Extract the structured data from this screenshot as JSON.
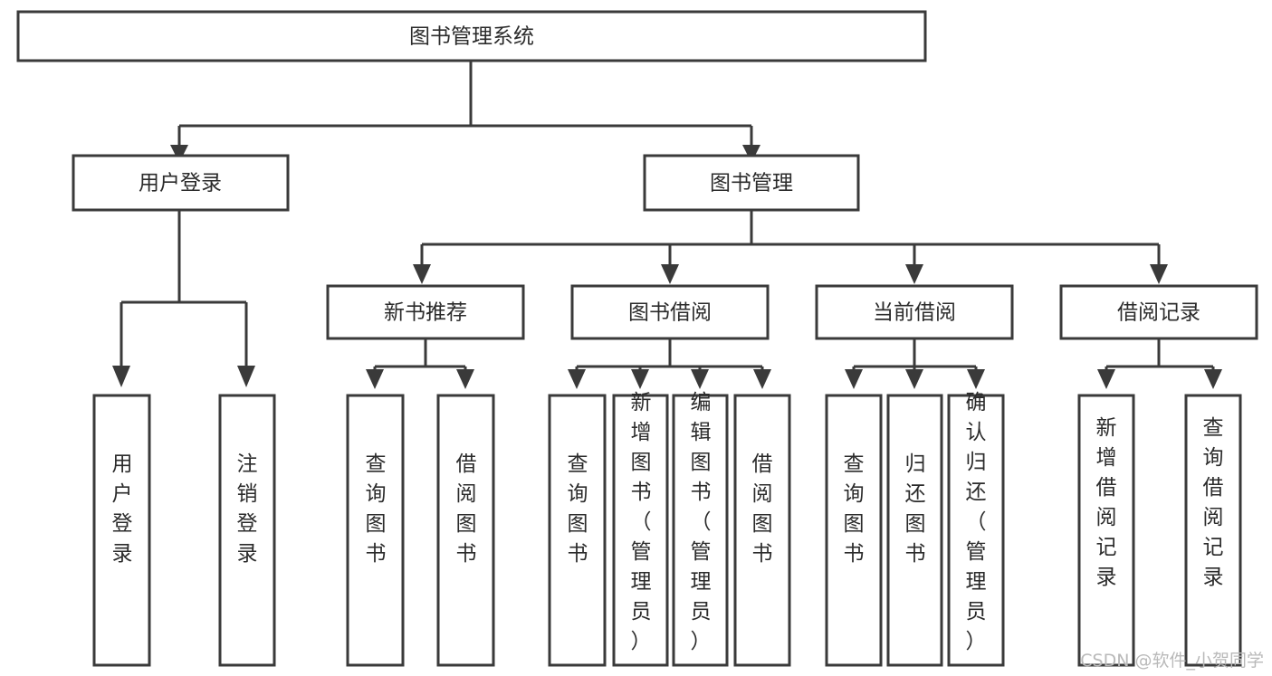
{
  "diagram": {
    "title": "图书管理系统",
    "type": "tree",
    "orientation": "top-down",
    "colors": {
      "box_fill": "#ffffff",
      "box_stroke": "#3a3a3a",
      "text": "#2b2b2b",
      "watermark": "#b9b9b9",
      "background": "#ffffff"
    },
    "root": {
      "label": "图书管理系统"
    },
    "level2": [
      {
        "label": "用户登录"
      },
      {
        "label": "图书管理"
      }
    ],
    "level3": [
      {
        "label": "新书推荐"
      },
      {
        "label": "图书借阅"
      },
      {
        "label": "当前借阅"
      },
      {
        "label": "借阅记录"
      }
    ],
    "leaves": {
      "user_login": [
        {
          "label": "用户登录"
        },
        {
          "label": "注销登录"
        }
      ],
      "new_book_recommend": [
        {
          "label": "查询图书"
        },
        {
          "label": "借阅图书"
        }
      ],
      "book_borrow": [
        {
          "label": "查询图书"
        },
        {
          "label": "新增图书（管理员）"
        },
        {
          "label": "编辑图书（管理员）"
        },
        {
          "label": "借阅图书"
        }
      ],
      "current_borrow": [
        {
          "label": "查询图书"
        },
        {
          "label": "归还图书"
        },
        {
          "label": "确认归还（管理员）"
        }
      ],
      "borrow_record": [
        {
          "label": "新增借阅记录"
        },
        {
          "label": "查询借阅记录"
        }
      ]
    }
  },
  "watermark": {
    "text": "CSDN @软件_小贺同学"
  }
}
